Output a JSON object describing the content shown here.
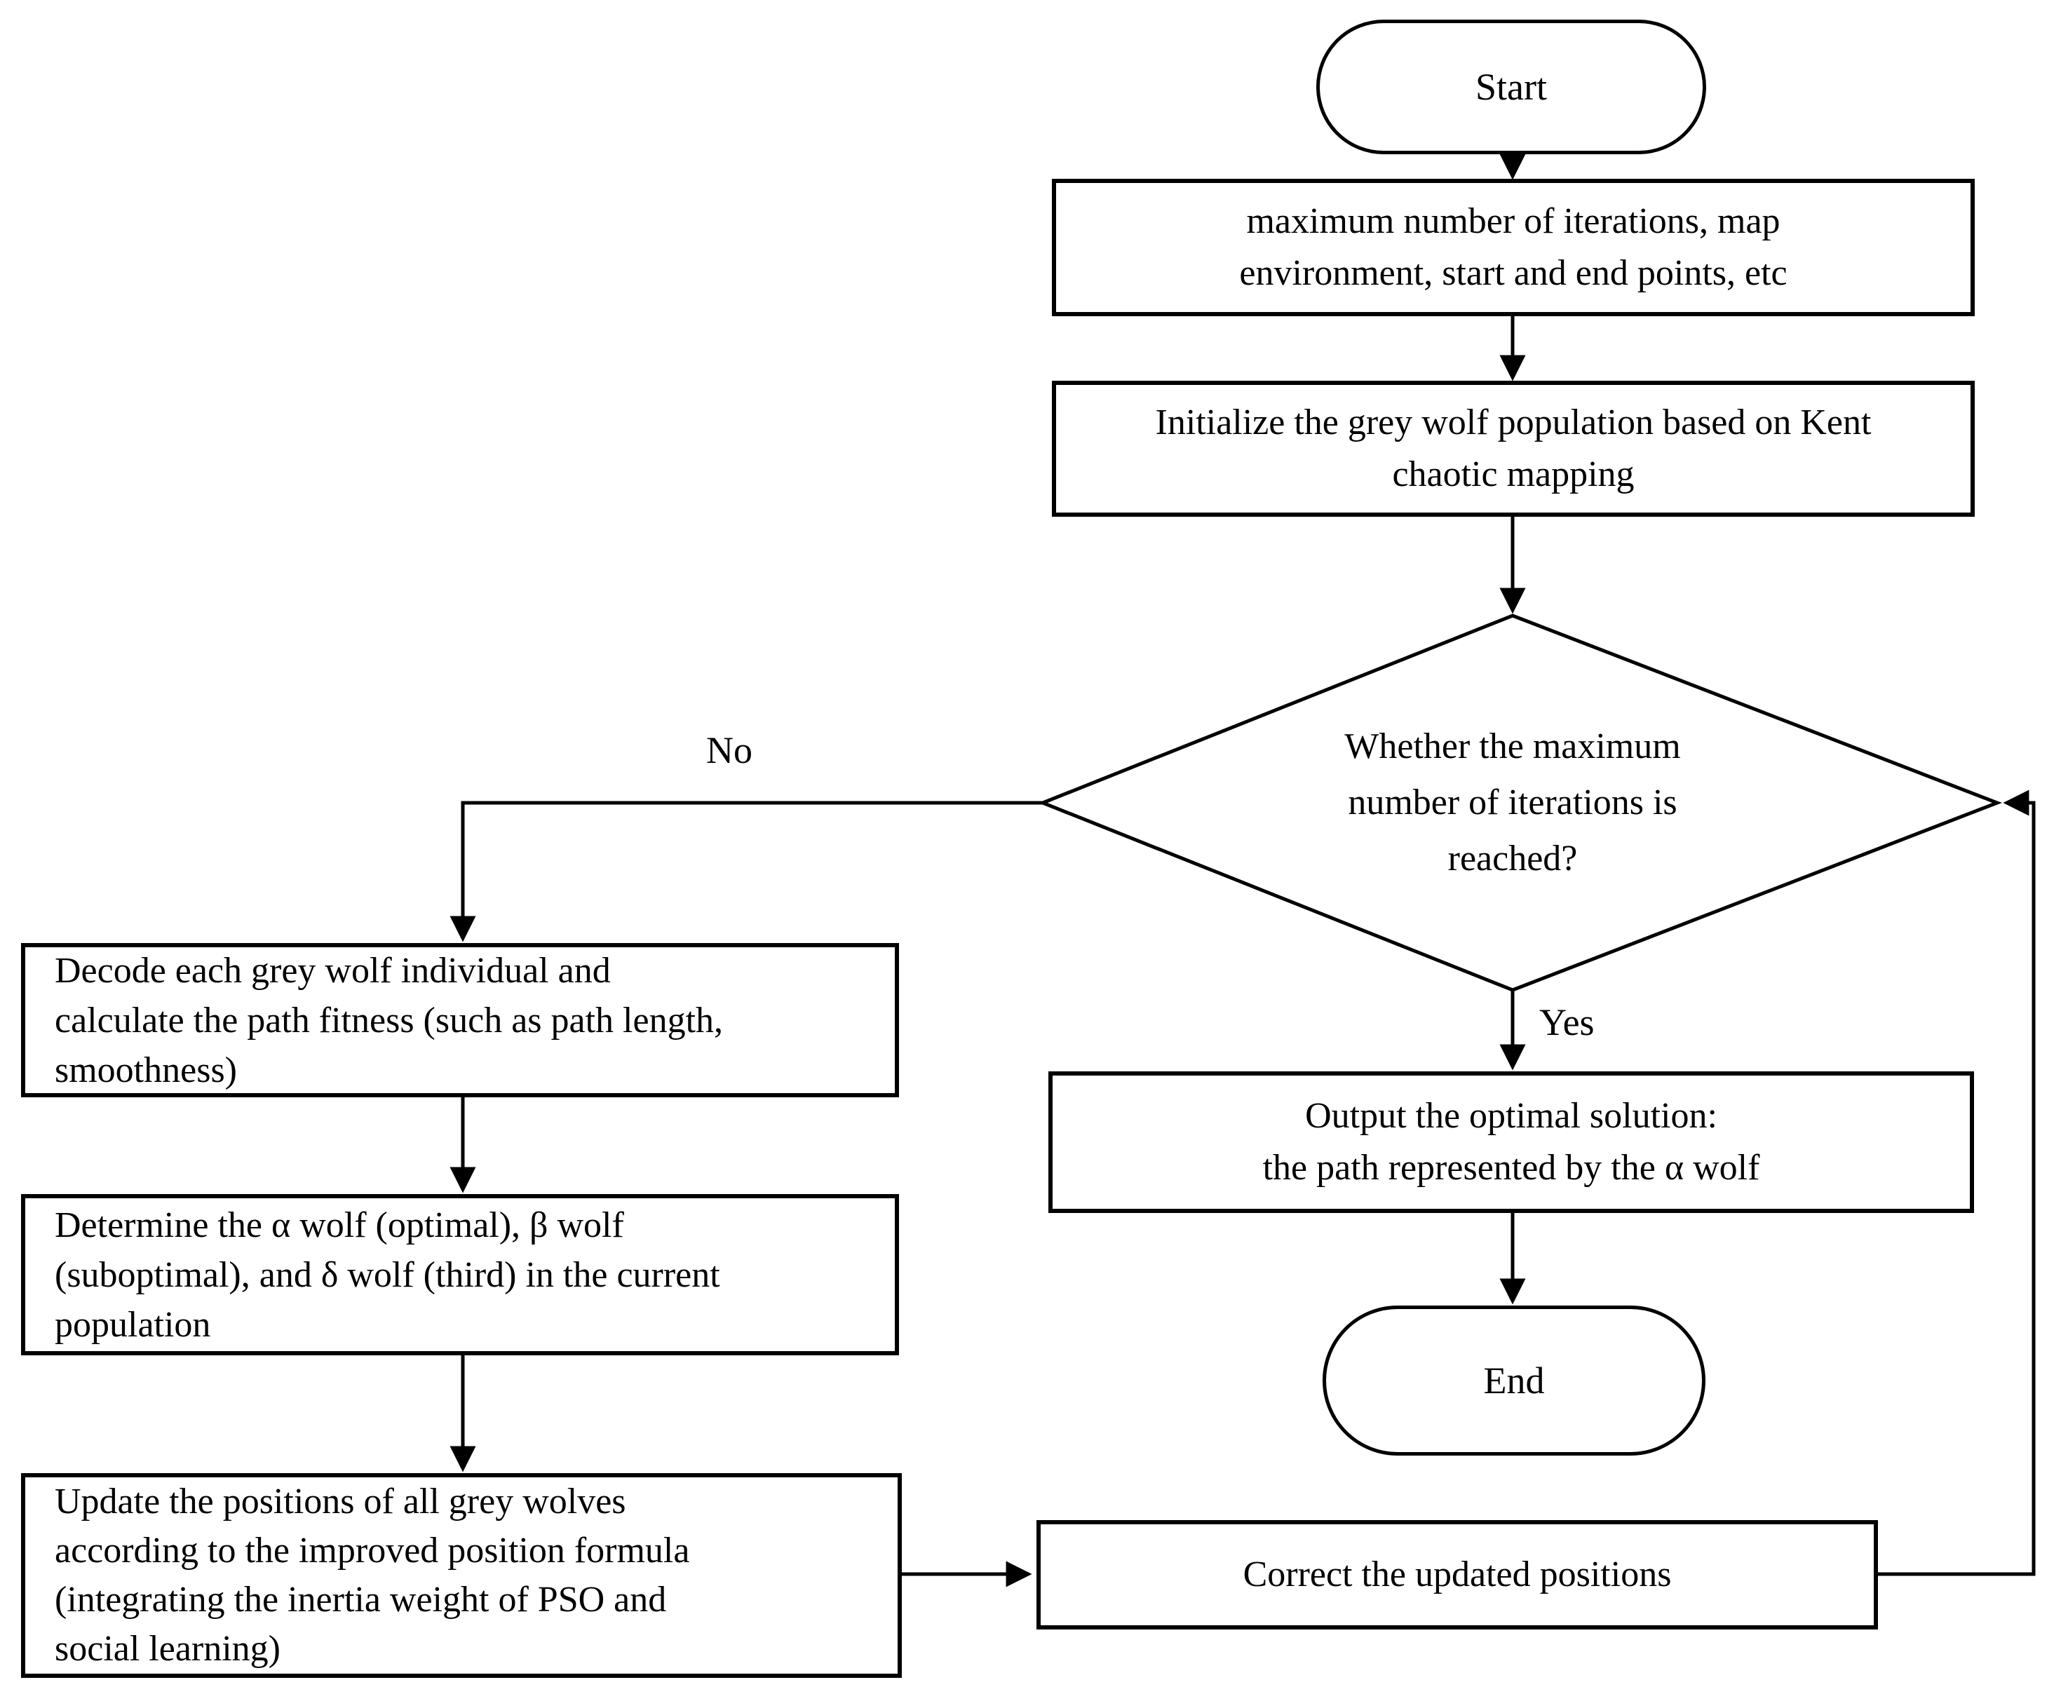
{
  "figure": {
    "type": "flowchart",
    "background_color": "#ffffff",
    "line_color": "#000000",
    "text_color": "#000000"
  },
  "nodes": {
    "start": {
      "shape": "terminator",
      "label": "Start"
    },
    "params": {
      "shape": "process",
      "lines": [
        "maximum number of iterations, map",
        "environment, start and end points, etc"
      ]
    },
    "init": {
      "shape": "process",
      "lines": [
        "Initialize the grey wolf population based on Kent",
        "chaotic mapping"
      ]
    },
    "decision": {
      "shape": "decision",
      "lines": [
        "Whether the maximum",
        "number of iterations is",
        "reached?"
      ]
    },
    "decode": {
      "shape": "process",
      "lines": [
        "Decode each grey wolf individual and",
        "calculate the path fitness (such as path length,",
        "smoothness)"
      ]
    },
    "determine": {
      "shape": "process",
      "lines": [
        "Determine the α wolf (optimal), β wolf",
        "(suboptimal), and δ wolf (third) in the current",
        "population"
      ]
    },
    "update": {
      "shape": "process",
      "lines": [
        "Update the positions of all grey wolves",
        "according to the improved position formula",
        "(integrating the inertia weight of PSO and",
        "social learning)"
      ]
    },
    "correct": {
      "shape": "process",
      "label": "Correct the updated positions"
    },
    "output": {
      "shape": "process",
      "lines": [
        "Output the optimal solution:",
        "the path represented by the α wolf"
      ]
    },
    "end": {
      "shape": "terminator",
      "label": "End"
    }
  },
  "edges": {
    "no_label": "No",
    "yes_label": "Yes"
  }
}
